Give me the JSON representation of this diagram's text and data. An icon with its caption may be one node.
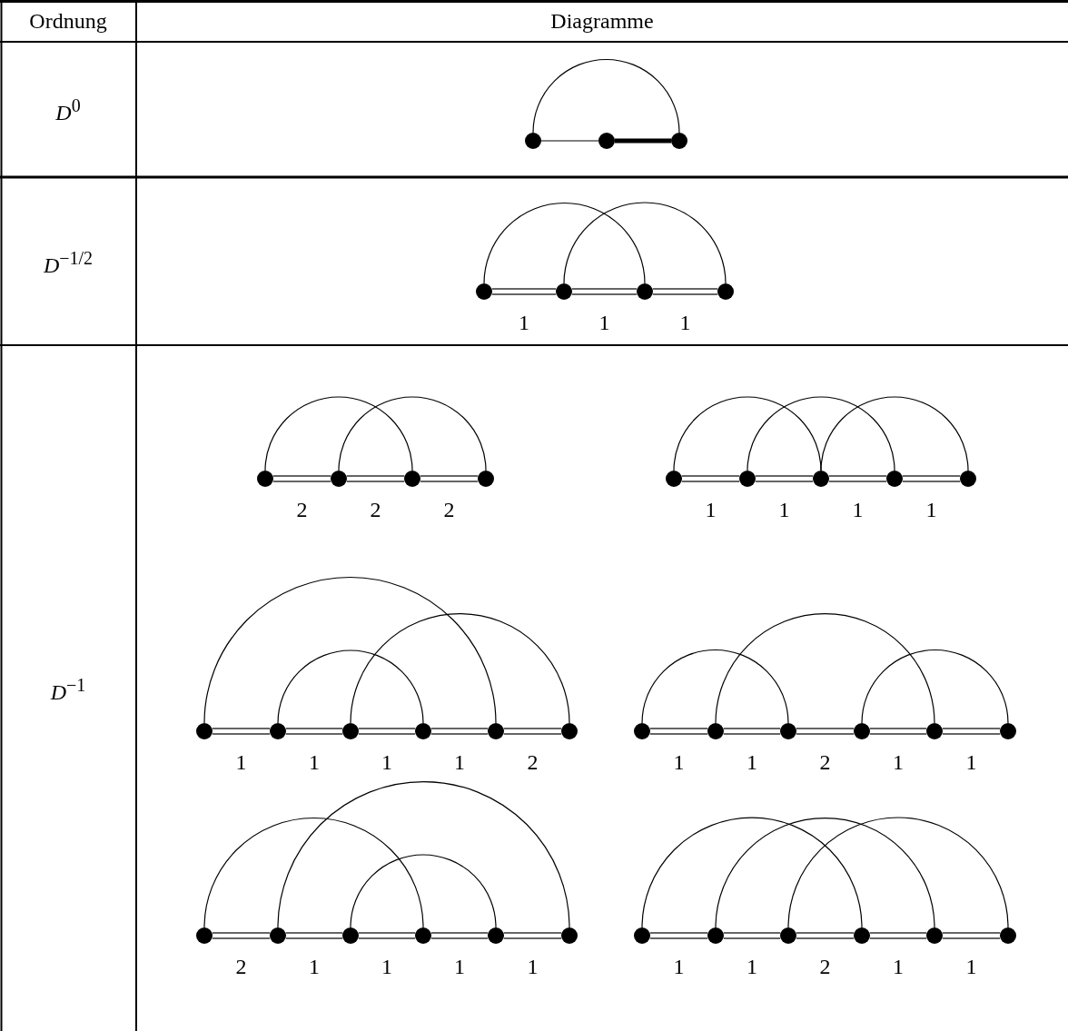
{
  "diagram": {
    "nodes": [
      {
        "text": [],
        "shape": "circle"
      },
      {
        "text": [],
        "shape": "circle"
      },
      {
        "text": [],
        "shape": "circle"
      },
      {
        "text": [],
        "shape": "circle"
      },
      {
        "text": [],
        "shape": "circle"
      },
      {
        "text": [],
        "shape": "circle"
      },
      {
        "text": [],
        "shape": "circle"
      },
      {
        "text": [],
        "shape": "circle"
      },
      {
        "text": [],
        "shape": "circle"
      },
      {
        "text": [],
        "shape": "circle"
      },
      {
        "text": [],
        "shape": "circle"
      },
      {
        "text": [],
        "shape": "circle"
      },
      {
        "text": [],
        "shape": "circle"
      },
      {
        "text": [],
        "shape": "circle"
      },
      {
        "text": [],
        "shape": "circle"
      },
      {
        "text": [],
        "shape": "circle"
      },
      {
        "text": [],
        "shape": "circle"
      },
      {
        "text": [],
        "shape": "circle"
      },
      {
        "text": [],
        "shape": "circle"
      },
      {
        "text": [],
        "shape": "circle"
      },
      {
        "text": [],
        "shape": "circle"
      },
      {
        "text": [],
        "shape": "circle"
      },
      {
        "text": [],
        "shape": "circle"
      },
      {
        "text": [],
        "shape": "circle"
      },
      {
        "text": [],
        "shape": "circle"
      },
      {
        "text": [],
        "shape": "circle"
      },
      {
        "text": [],
        "shape": "circle"
      },
      {
        "text": [],
        "shape": "circle"
      },
      {
        "text": [],
        "shape": "circle"
      },
      {
        "text": [],
        "shape": "circle"
      },
      {
        "text": [],
        "shape": "circle"
      },
      {
        "text": [],
        "shape": "circle"
      },
      {
        "text": [],
        "shape": "circle"
      },
      {
        "text": [],
        "shape": "circle"
      },
      {
        "text": [],
        "shape": "circle"
      },
      {
        "text": [],
        "shape": "circle"
      },
      {
        "text": [],
        "shape": "circle"
      },
      {
        "text": [],
        "shape": "circle"
      },
      {
        "text": [],
        "shape": "circle"
      },
      {
        "text": [],
        "shape": "circle"
      }
    ],
    "edges": [
      {
        "from": 0,
        "to": 1,
        "arrow": "none"
      },
      {
        "from": 1,
        "to": 2,
        "arrow": "none",
        "style": "thick"
      },
      {
        "from": 0,
        "to": 2,
        "arrow": "none"
      },
      {
        "from": 3,
        "to": 4,
        "arrow": "none",
        "label": "1"
      },
      {
        "from": 4,
        "to": 5,
        "arrow": "none",
        "label": "1"
      },
      {
        "from": 5,
        "to": 6,
        "arrow": "none",
        "label": "1"
      },
      {
        "from": 3,
        "to": 5,
        "arrow": "none"
      },
      {
        "from": 4,
        "to": 6,
        "arrow": "none"
      },
      {
        "from": 7,
        "to": 8,
        "arrow": "none",
        "label": "2"
      },
      {
        "from": 8,
        "to": 9,
        "arrow": "none",
        "label": "2"
      },
      {
        "from": 9,
        "to": 10,
        "arrow": "none",
        "label": "2"
      },
      {
        "from": 7,
        "to": 9,
        "arrow": "none"
      },
      {
        "from": 8,
        "to": 10,
        "arrow": "none"
      },
      {
        "from": 11,
        "to": 12,
        "arrow": "none",
        "label": "1"
      },
      {
        "from": 12,
        "to": 13,
        "arrow": "none",
        "label": "1"
      },
      {
        "from": 13,
        "to": 14,
        "arrow": "none",
        "label": "1"
      },
      {
        "from": 14,
        "to": 15,
        "arrow": "none",
        "label": "1"
      },
      {
        "from": 11,
        "to": 13,
        "arrow": "none"
      },
      {
        "from": 12,
        "to": 14,
        "arrow": "none"
      },
      {
        "from": 13,
        "to": 15,
        "arrow": "none"
      },
      {
        "from": 16,
        "to": 17,
        "arrow": "none",
        "label": "1"
      },
      {
        "from": 17,
        "to": 18,
        "arrow": "none",
        "label": "1"
      },
      {
        "from": 18,
        "to": 19,
        "arrow": "none",
        "label": "1"
      },
      {
        "from": 19,
        "to": 20,
        "arrow": "none",
        "label": "1"
      },
      {
        "from": 20,
        "to": 21,
        "arrow": "none",
        "label": "2"
      },
      {
        "from": 16,
        "to": 20,
        "arrow": "none"
      },
      {
        "from": 17,
        "to": 19,
        "arrow": "none"
      },
      {
        "from": 18,
        "to": 21,
        "arrow": "none"
      },
      {
        "from": 22,
        "to": 23,
        "arrow": "none",
        "label": "1"
      },
      {
        "from": 23,
        "to": 24,
        "arrow": "none",
        "label": "1"
      },
      {
        "from": 24,
        "to": 25,
        "arrow": "none",
        "label": "2"
      },
      {
        "from": 25,
        "to": 26,
        "arrow": "none",
        "label": "1"
      },
      {
        "from": 26,
        "to": 27,
        "arrow": "none",
        "label": "1"
      },
      {
        "from": 22,
        "to": 24,
        "arrow": "none"
      },
      {
        "from": 23,
        "to": 26,
        "arrow": "none"
      },
      {
        "from": 25,
        "to": 27,
        "arrow": "none"
      },
      {
        "from": 28,
        "to": 29,
        "arrow": "none",
        "label": "2"
      },
      {
        "from": 29,
        "to": 30,
        "arrow": "none",
        "label": "1"
      },
      {
        "from": 30,
        "to": 31,
        "arrow": "none",
        "label": "1"
      },
      {
        "from": 31,
        "to": 32,
        "arrow": "none",
        "label": "1"
      },
      {
        "from": 32,
        "to": 33,
        "arrow": "none",
        "label": "1"
      },
      {
        "from": 28,
        "to": 31,
        "arrow": "none"
      },
      {
        "from": 29,
        "to": 33,
        "arrow": "none"
      },
      {
        "from": 30,
        "to": 32,
        "arrow": "none"
      },
      {
        "from": 34,
        "to": 35,
        "arrow": "none",
        "label": "1"
      },
      {
        "from": 35,
        "to": 36,
        "arrow": "none",
        "label": "1"
      },
      {
        "from": 36,
        "to": 37,
        "arrow": "none",
        "label": "2"
      },
      {
        "from": 37,
        "to": 38,
        "arrow": "none",
        "label": "1"
      },
      {
        "from": 38,
        "to": 39,
        "arrow": "none",
        "label": "1"
      },
      {
        "from": 34,
        "to": 37,
        "arrow": "none"
      },
      {
        "from": 35,
        "to": 38,
        "arrow": "none"
      },
      {
        "from": 36,
        "to": 39,
        "arrow": "none"
      }
    ],
    "labels": [
      "Ordnung",
      "Diagramme",
      "*D*$^{0}$",
      "*D*$^{−1/2}$",
      "*D*$^{−1}$"
    ]
  }
}
